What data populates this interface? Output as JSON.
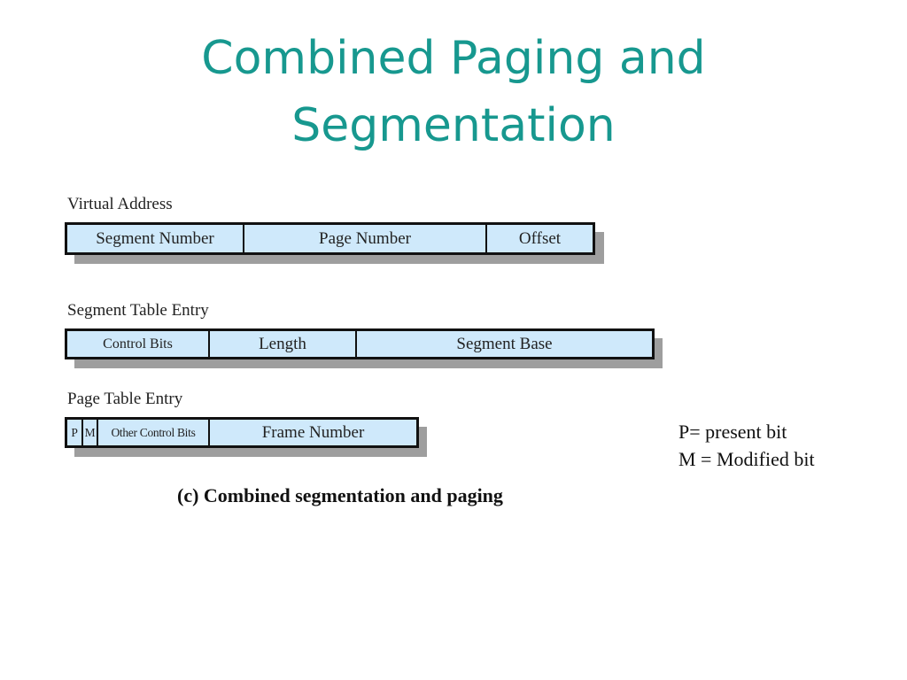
{
  "title": {
    "line1": "Combined Paging and",
    "line2": "Segmentation"
  },
  "virtual_address": {
    "label": "Virtual Address",
    "fields": [
      "Segment Number",
      "Page Number",
      "Offset"
    ]
  },
  "segment_table_entry": {
    "label": "Segment Table Entry",
    "fields": [
      "Control Bits",
      "Length",
      "Segment Base"
    ]
  },
  "page_table_entry": {
    "label": "Page Table Entry",
    "fields": [
      "P",
      "M",
      "Other Control Bits",
      "Frame Number"
    ]
  },
  "legend": {
    "p_bit": "P= present bit",
    "m_bit": "M = Modified bit"
  },
  "caption": "(c) Combined segmentation and paging",
  "colors": {
    "title": "#17988f",
    "field_fill": "#cfe9fb",
    "border": "#111111",
    "shadow": "#9e9e9e"
  }
}
